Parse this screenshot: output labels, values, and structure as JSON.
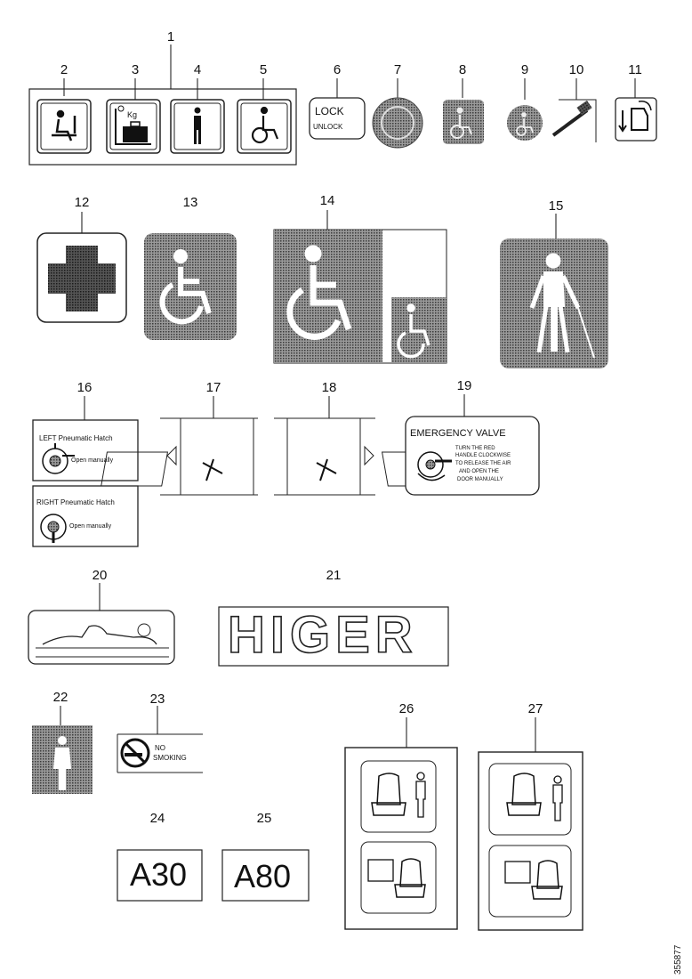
{
  "callouts": [
    "1",
    "2",
    "3",
    "4",
    "5",
    "6",
    "7",
    "8",
    "9",
    "10",
    "11",
    "12",
    "13",
    "14",
    "15",
    "16",
    "17",
    "18",
    "19",
    "20",
    "21",
    "22",
    "23",
    "24",
    "25",
    "26",
    "27"
  ],
  "labels": {
    "kg": "Kg",
    "lock": "LOCK",
    "unlock": "UNLOCK",
    "left_hatch": "LEFT Pneumatic Hatch",
    "right_hatch": "RIGHT Pneumatic Hatch",
    "open_manually": "Open manually",
    "emergency_valve": "EMERGENCY VALVE",
    "valve_instructions": [
      "TURN THE RED",
      "HANDLE CLOCKWISE",
      "TO RELEASE THE AIR",
      "AND OPEN THE",
      "DOOR MANUALLY"
    ],
    "no_smoking_1": "NO",
    "no_smoking_2": "SMOKING",
    "brand": "HIGER",
    "code_24": "A30",
    "code_25": "A80",
    "drawing_id": "355877"
  }
}
